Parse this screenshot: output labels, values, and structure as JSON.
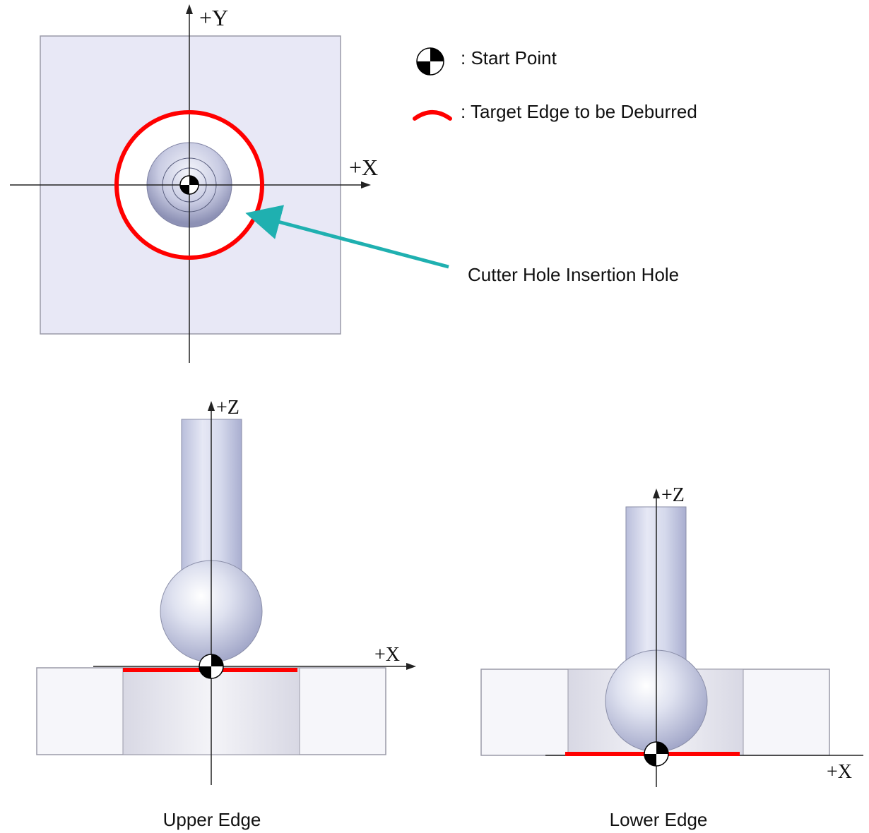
{
  "legend": {
    "start_point_label": ": Start Point",
    "target_edge_label": ": Target Edge to be Deburred"
  },
  "top_view": {
    "axis_y_label": "+Y",
    "axis_x_label": "+X",
    "callout_label": "Cutter Hole Insertion Hole"
  },
  "upper_view": {
    "axis_z_label": "+Z",
    "axis_x_label": "+X",
    "caption": "Upper Edge"
  },
  "lower_view": {
    "axis_z_label": "+Z",
    "axis_x_label": "+X",
    "caption": "Lower Edge"
  },
  "colors": {
    "target_edge": "#ff0000",
    "callout_arrow": "#1fb0b0",
    "plate_fill": "#e8e8f6",
    "axis": "#222222"
  }
}
